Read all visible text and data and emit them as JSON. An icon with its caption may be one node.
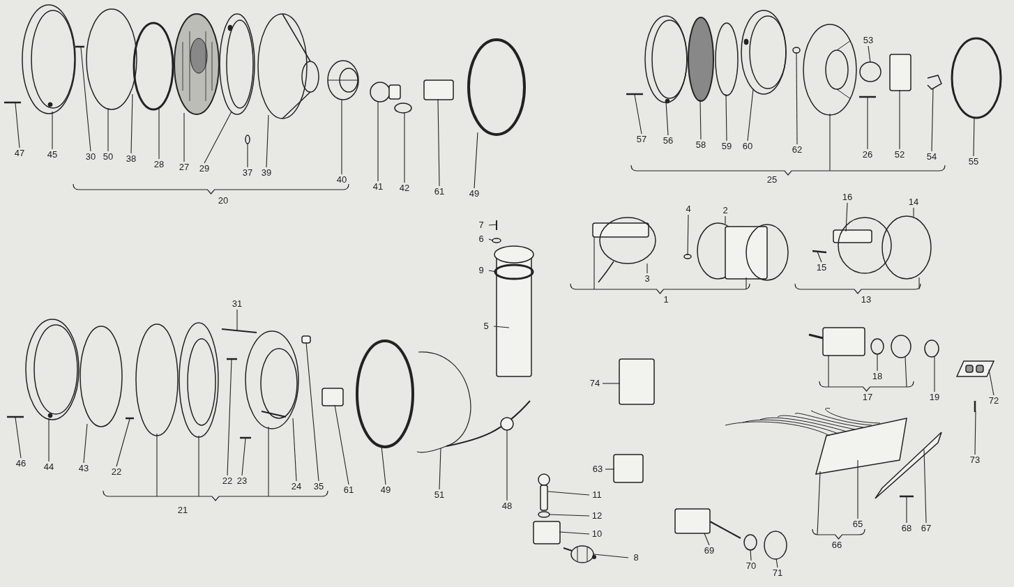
{
  "diagram": {
    "nodes": [
      {
        "text": [
          "47"
        ]
      },
      {
        "text": [
          "45"
        ]
      },
      {
        "text": [
          "30"
        ]
      },
      {
        "text": [
          "50"
        ]
      },
      {
        "text": [
          "38"
        ]
      },
      {
        "text": [
          "28"
        ]
      },
      {
        "text": [
          "27"
        ]
      },
      {
        "text": [
          "29"
        ]
      },
      {
        "text": [
          "37"
        ]
      },
      {
        "text": [
          "39"
        ]
      },
      {
        "text": [
          "40"
        ]
      },
      {
        "text": [
          "41"
        ]
      },
      {
        "text": [
          "42"
        ]
      },
      {
        "text": [
          "61"
        ]
      },
      {
        "text": [
          "49"
        ]
      },
      {
        "text": [
          "53"
        ]
      },
      {
        "text": [
          "57"
        ]
      },
      {
        "text": [
          "56"
        ]
      },
      {
        "text": [
          "58"
        ]
      },
      {
        "text": [
          "59"
        ]
      },
      {
        "text": [
          "60"
        ]
      },
      {
        "text": [
          "62"
        ]
      },
      {
        "text": [
          "26"
        ]
      },
      {
        "text": [
          "52"
        ]
      },
      {
        "text": [
          "54"
        ]
      },
      {
        "text": [
          "55"
        ]
      },
      {
        "text": [
          "7"
        ]
      },
      {
        "text": [
          "6"
        ]
      },
      {
        "text": [
          "9"
        ]
      },
      {
        "text": [
          "5"
        ]
      },
      {
        "text": [
          "4"
        ]
      },
      {
        "text": [
          "2"
        ]
      },
      {
        "text": [
          "16"
        ]
      },
      {
        "text": [
          "14"
        ]
      },
      {
        "text": [
          "3"
        ]
      },
      {
        "text": [
          "15"
        ]
      },
      {
        "text": [
          "31"
        ]
      },
      {
        "text": [
          "46"
        ]
      },
      {
        "text": [
          "44"
        ]
      },
      {
        "text": [
          "43"
        ]
      },
      {
        "text": [
          "22"
        ]
      },
      {
        "text": [
          "22"
        ]
      },
      {
        "text": [
          "23"
        ]
      },
      {
        "text": [
          "24"
        ]
      },
      {
        "text": [
          "35"
        ]
      },
      {
        "text": [
          "61"
        ]
      },
      {
        "text": [
          "49"
        ]
      },
      {
        "text": [
          "51"
        ]
      },
      {
        "text": [
          "48"
        ]
      },
      {
        "text": [
          "74"
        ]
      },
      {
        "text": [
          "18"
        ]
      },
      {
        "text": [
          "19"
        ]
      },
      {
        "text": [
          "72"
        ]
      },
      {
        "text": [
          "73"
        ]
      },
      {
        "text": [
          "63"
        ]
      },
      {
        "text": [
          "11"
        ]
      },
      {
        "text": [
          "12"
        ]
      },
      {
        "text": [
          "10"
        ]
      },
      {
        "text": [
          "8"
        ]
      },
      {
        "text": [
          "69"
        ]
      },
      {
        "text": [
          "70"
        ]
      },
      {
        "text": [
          "71"
        ]
      },
      {
        "text": [
          "65"
        ]
      },
      {
        "text": [
          "68"
        ]
      },
      {
        "text": [
          "67"
        ]
      },
      {
        "text": [],
        "shape": "picture"
      },
      {
        "text": [],
        "shape": "picture"
      },
      {
        "text": [],
        "shape": "picture"
      },
      {
        "text": [],
        "shape": "circle"
      },
      {
        "text": [],
        "shape": "circle"
      },
      {
        "text": [],
        "shape": "picture"
      },
      {
        "text": [],
        "shape": "picture"
      },
      {
        "text": [],
        "shape": "circle"
      },
      {
        "text": [],
        "shape": "picture"
      },
      {
        "text": [],
        "shape": "picture"
      },
      {
        "text": [],
        "shape": "picture"
      },
      {
        "text": [],
        "shape": "circle"
      },
      {
        "text": [],
        "shape": "box"
      },
      {
        "text": [],
        "shape": "circle"
      },
      {
        "text": [],
        "shape": "picture"
      },
      {
        "text": [],
        "shape": "picture"
      },
      {
        "text": [],
        "shape": "circle"
      },
      {
        "text": [],
        "shape": "circle"
      },
      {
        "text": [],
        "shape": "picture"
      },
      {
        "text": [],
        "shape": "circle"
      },
      {
        "text": [],
        "shape": "picture"
      },
      {
        "text": [],
        "shape": "picture"
      },
      {
        "text": [],
        "shape": "circle"
      },
      {
        "text": [],
        "shape": "box"
      },
      {
        "text": [],
        "shape": "picture"
      },
      {
        "text": [],
        "shape": "circle"
      },
      {
        "text": [],
        "shape": "picture"
      },
      {
        "text": [],
        "shape": "circle"
      },
      {
        "text": [],
        "shape": "picture"
      },
      {
        "text": [],
        "shape": "picture"
      },
      {
        "text": [],
        "shape": "circle"
      },
      {
        "text": [],
        "shape": "picture"
      },
      {
        "text": [],
        "shape": "picture"
      },
      {
        "text": [],
        "shape": "picture"
      },
      {
        "text": [],
        "shape": "picture"
      },
      {
        "text": [],
        "shape": "picture"
      },
      {
        "text": [],
        "shape": "circle"
      },
      {
        "text": [],
        "shape": "picture"
      },
      {
        "text": [],
        "shape": "circle"
      },
      {
        "text": [],
        "shape": "picture"
      },
      {
        "text": [],
        "shape": "picture"
      },
      {
        "text": [],
        "shape": "picture"
      },
      {
        "text": [],
        "shape": "picture"
      },
      {
        "text": [],
        "shape": "picture"
      },
      {
        "text": [],
        "shape": "box"
      },
      {
        "text": [],
        "shape": "box"
      },
      {
        "text": [],
        "shape": "circle"
      },
      {
        "text": [],
        "shape": "picture"
      },
      {
        "text": [],
        "shape": "box"
      },
      {
        "text": [],
        "shape": "box"
      },
      {
        "text": [],
        "shape": "picture"
      },
      {
        "text": [],
        "shape": "circle"
      },
      {
        "text": [],
        "shape": "box"
      },
      {
        "text": [],
        "shape": "picture"
      },
      {
        "text": [],
        "shape": "picture"
      },
      {
        "text": [],
        "shape": "circle"
      },
      {
        "text": [],
        "shape": "circle"
      },
      {
        "text": [],
        "shape": "circle"
      },
      {
        "text": [],
        "shape": "picture"
      },
      {
        "text": [],
        "shape": "picture"
      },
      {
        "text": [],
        "shape": "picture"
      },
      {
        "text": [],
        "shape": "picture"
      },
      {
        "text": [],
        "shape": "picture"
      },
      {
        "text": [],
        "shape": "picture"
      },
      {
        "text": [],
        "shape": "circle"
      },
      {
        "text": [],
        "shape": "circle"
      }
    ],
    "edges": [
      {
        "from": 0,
        "to": 65,
        "arrow": "none"
      },
      {
        "from": 1,
        "to": 66,
        "arrow": "none"
      },
      {
        "from": 2,
        "to": 67,
        "arrow": "none"
      },
      {
        "from": 3,
        "to": 68,
        "arrow": "none"
      },
      {
        "from": 4,
        "to": 68,
        "arrow": "none"
      },
      {
        "from": 5,
        "to": 69,
        "arrow": "none"
      },
      {
        "from": 6,
        "to": 70,
        "arrow": "none"
      },
      {
        "from": 7,
        "to": 71,
        "arrow": "none"
      },
      {
        "from": 8,
        "to": 72,
        "arrow": "none"
      },
      {
        "from": 9,
        "to": 73,
        "arrow": "none"
      },
      {
        "from": 10,
        "to": 74,
        "arrow": "none"
      },
      {
        "from": 11,
        "to": 75,
        "arrow": "none"
      },
      {
        "from": 12,
        "to": 76,
        "arrow": "none"
      },
      {
        "from": 13,
        "to": 77,
        "arrow": "none"
      },
      {
        "from": 14,
        "to": 78,
        "arrow": "none"
      },
      {
        "from": 15,
        "to": 87,
        "arrow": "none"
      },
      {
        "from": 16,
        "to": 79,
        "arrow": "none"
      },
      {
        "from": 17,
        "to": 80,
        "arrow": "none"
      },
      {
        "from": 18,
        "to": 81,
        "arrow": "none"
      },
      {
        "from": 19,
        "to": 82,
        "arrow": "none"
      },
      {
        "from": 20,
        "to": 83,
        "arrow": "none"
      },
      {
        "from": 21,
        "to": 84,
        "arrow": "none"
      },
      {
        "from": 22,
        "to": 86,
        "arrow": "none"
      },
      {
        "from": 23,
        "to": 88,
        "arrow": "none"
      },
      {
        "from": 24,
        "to": 89,
        "arrow": "none"
      },
      {
        "from": 25,
        "to": 90,
        "arrow": "none"
      },
      {
        "from": 26,
        "to": 91,
        "arrow": "none"
      },
      {
        "from": 27,
        "to": 92,
        "arrow": "none"
      },
      {
        "from": 28,
        "to": 93,
        "arrow": "none"
      },
      {
        "from": 29,
        "to": 93,
        "arrow": "none"
      },
      {
        "from": 30,
        "to": 95,
        "arrow": "none"
      },
      {
        "from": 31,
        "to": 96,
        "arrow": "none"
      },
      {
        "from": 32,
        "to": 97,
        "arrow": "none"
      },
      {
        "from": 33,
        "to": 97,
        "arrow": "none"
      },
      {
        "from": 34,
        "to": 94,
        "arrow": "none"
      },
      {
        "from": 35,
        "to": 98,
        "arrow": "none"
      },
      {
        "from": 36,
        "to": 105,
        "arrow": "none"
      },
      {
        "from": 37,
        "to": 99,
        "arrow": "none"
      },
      {
        "from": 38,
        "to": 100,
        "arrow": "none"
      },
      {
        "from": 39,
        "to": 101,
        "arrow": "none"
      },
      {
        "from": 40,
        "to": 102,
        "arrow": "none"
      },
      {
        "from": 41,
        "to": 107,
        "arrow": "none"
      },
      {
        "from": 42,
        "to": 108,
        "arrow": "none"
      },
      {
        "from": 43,
        "to": 106,
        "arrow": "none"
      },
      {
        "from": 44,
        "to": 109,
        "arrow": "none"
      },
      {
        "from": 45,
        "to": 110,
        "arrow": "none"
      },
      {
        "from": 46,
        "to": 111,
        "arrow": "none"
      },
      {
        "from": 47,
        "to": 112,
        "arrow": "none"
      },
      {
        "from": 48,
        "to": 112,
        "arrow": "none"
      },
      {
        "from": 49,
        "to": 113,
        "arrow": "none"
      },
      {
        "from": 50,
        "to": 120,
        "arrow": "none"
      },
      {
        "from": 51,
        "to": 122,
        "arrow": "none"
      },
      {
        "from": 52,
        "to": 123,
        "arrow": "none"
      },
      {
        "from": 53,
        "to": 124,
        "arrow": "none"
      },
      {
        "from": 54,
        "to": 114,
        "arrow": "none"
      },
      {
        "from": 55,
        "to": 115,
        "arrow": "none"
      },
      {
        "from": 56,
        "to": 116,
        "arrow": "none"
      },
      {
        "from": 57,
        "to": 117,
        "arrow": "none"
      },
      {
        "from": 58,
        "to": 118,
        "arrow": "none"
      },
      {
        "from": 59,
        "to": 128,
        "arrow": "none"
      },
      {
        "from": 60,
        "to": 129,
        "arrow": "none"
      },
      {
        "from": 61,
        "to": 130,
        "arrow": "none"
      },
      {
        "from": 62,
        "to": 125,
        "arrow": "none"
      },
      {
        "from": 63,
        "to": 127,
        "arrow": "none"
      },
      {
        "from": 64,
        "to": 126,
        "arrow": "none"
      },
      {
        "from": null,
        "to": 85,
        "arrow": "none"
      },
      {
        "from": null,
        "to": 94,
        "arrow": "none"
      },
      {
        "from": null,
        "to": 96,
        "arrow": "none"
      },
      {
        "from": null,
        "to": 97,
        "arrow": "none"
      },
      {
        "from": null,
        "to": 103,
        "arrow": "none"
      },
      {
        "from": null,
        "to": 104,
        "arrow": "none"
      },
      {
        "from": null,
        "to": 106,
        "arrow": "none"
      },
      {
        "from": null,
        "to": 119,
        "arrow": "none"
      },
      {
        "from": null,
        "to": 121,
        "arrow": "none"
      },
      {
        "from": null,
        "to": 125,
        "arrow": "none"
      }
    ],
    "labels": [
      "20",
      "25",
      "1",
      "13",
      "21",
      "17",
      "66"
    ]
  }
}
